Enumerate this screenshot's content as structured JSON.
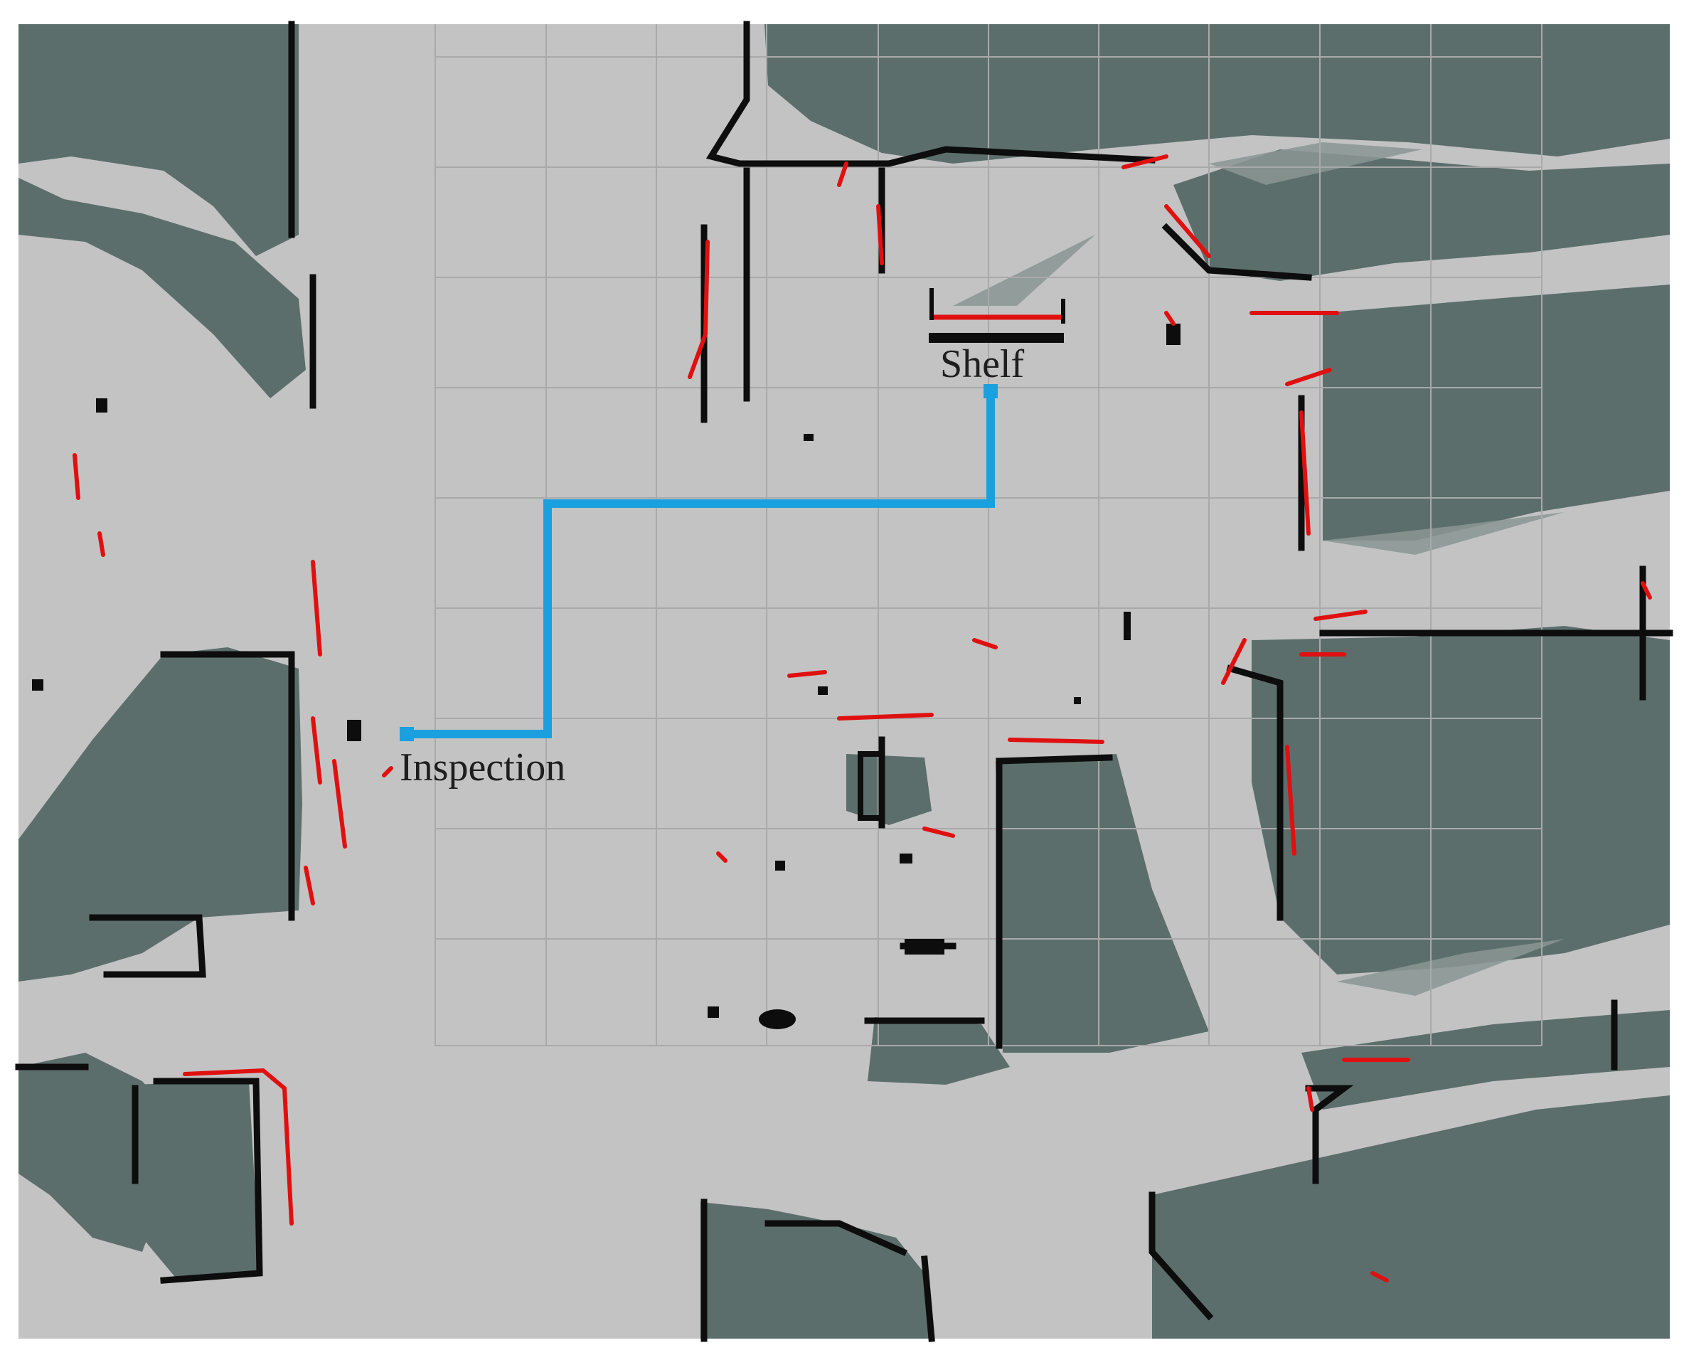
{
  "map": {
    "colors": {
      "free_space": "#c3c3c3",
      "unknown_space": "#5c6e6c",
      "obstacle": "#0d0d0d",
      "laser_scan": "#e01010",
      "grid_line": "#a9a9a9",
      "path": "#1aa0de",
      "background": "#ffffff"
    },
    "labels": {
      "shelf": "Shelf",
      "inspection": "Inspection"
    },
    "path": {
      "start": "Inspection",
      "goal": "Shelf"
    }
  }
}
